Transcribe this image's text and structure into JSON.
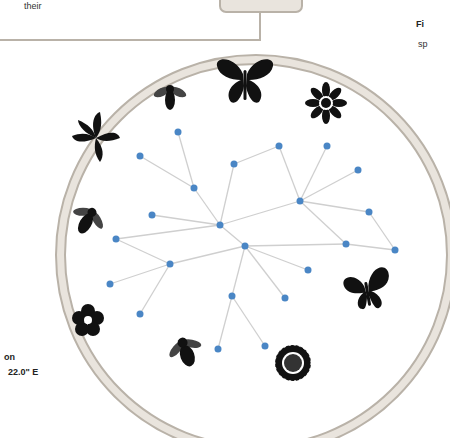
{
  "diagram": {
    "labels": [
      "their",
      "Fi",
      "sp",
      "on",
      "22.0\" E"
    ]
  }
}
